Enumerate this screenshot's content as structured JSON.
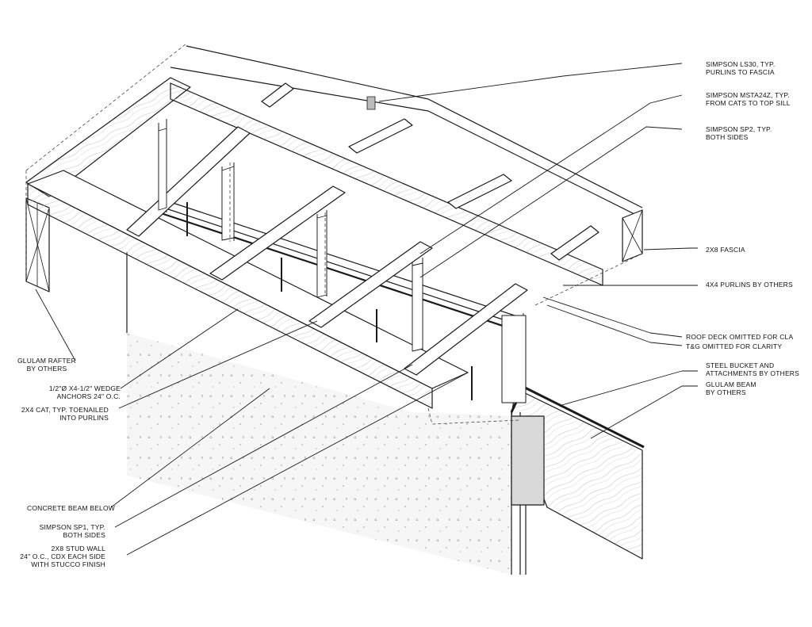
{
  "callouts": {
    "ls30": [
      "SIMPSON LS30, TYP.",
      "PURLINS TO FASCIA"
    ],
    "msta24z": [
      "SIMPSON MSTA24Z, TYP.",
      "FROM CATS TO TOP SILL"
    ],
    "sp2": [
      "SIMPSON SP2, TYP.",
      "BOTH SIDES"
    ],
    "fascia": [
      "2x8 FASCIA"
    ],
    "purlins": [
      "4x4 PURLINS BY OTHERS"
    ],
    "roof_deck": [
      "ROOF DECK OMITTED FOR CLA"
    ],
    "tg": [
      "T&G OMITTED FOR CLARITY"
    ],
    "steel_bucket": [
      "STEEL BUCKET AND",
      "ATTACHMENTS BY OTHERS"
    ],
    "glulam_beam": [
      "GLULAM BEAM",
      "BY OTHERS"
    ],
    "glulam_rafter": [
      "GLULAM RAFTER",
      "BY OTHERS"
    ],
    "wedge_anchors": [
      "1/2\"Ø x4-1/2\" WEDGE",
      "ANCHORS 24\" O.C."
    ],
    "cat": [
      "2x4 CAT, TYP.  TOENAILED",
      "INTO PURLINS"
    ],
    "concrete_beam": [
      "CONCRETE BEAM BELOW"
    ],
    "sp1": [
      "SIMPSON SP1, TYP.",
      "BOTH SIDES"
    ],
    "stud_wall": [
      "2x8 STUD WALL",
      "24\" O.C., CDX EACH SIDE",
      "WITH STUCCO FINISH"
    ]
  },
  "colors": {
    "line": "#1a1a1a",
    "concrete_fill": "#f4f4f4",
    "steel_fill": "#d9d9d9",
    "hidden": "#444444"
  }
}
